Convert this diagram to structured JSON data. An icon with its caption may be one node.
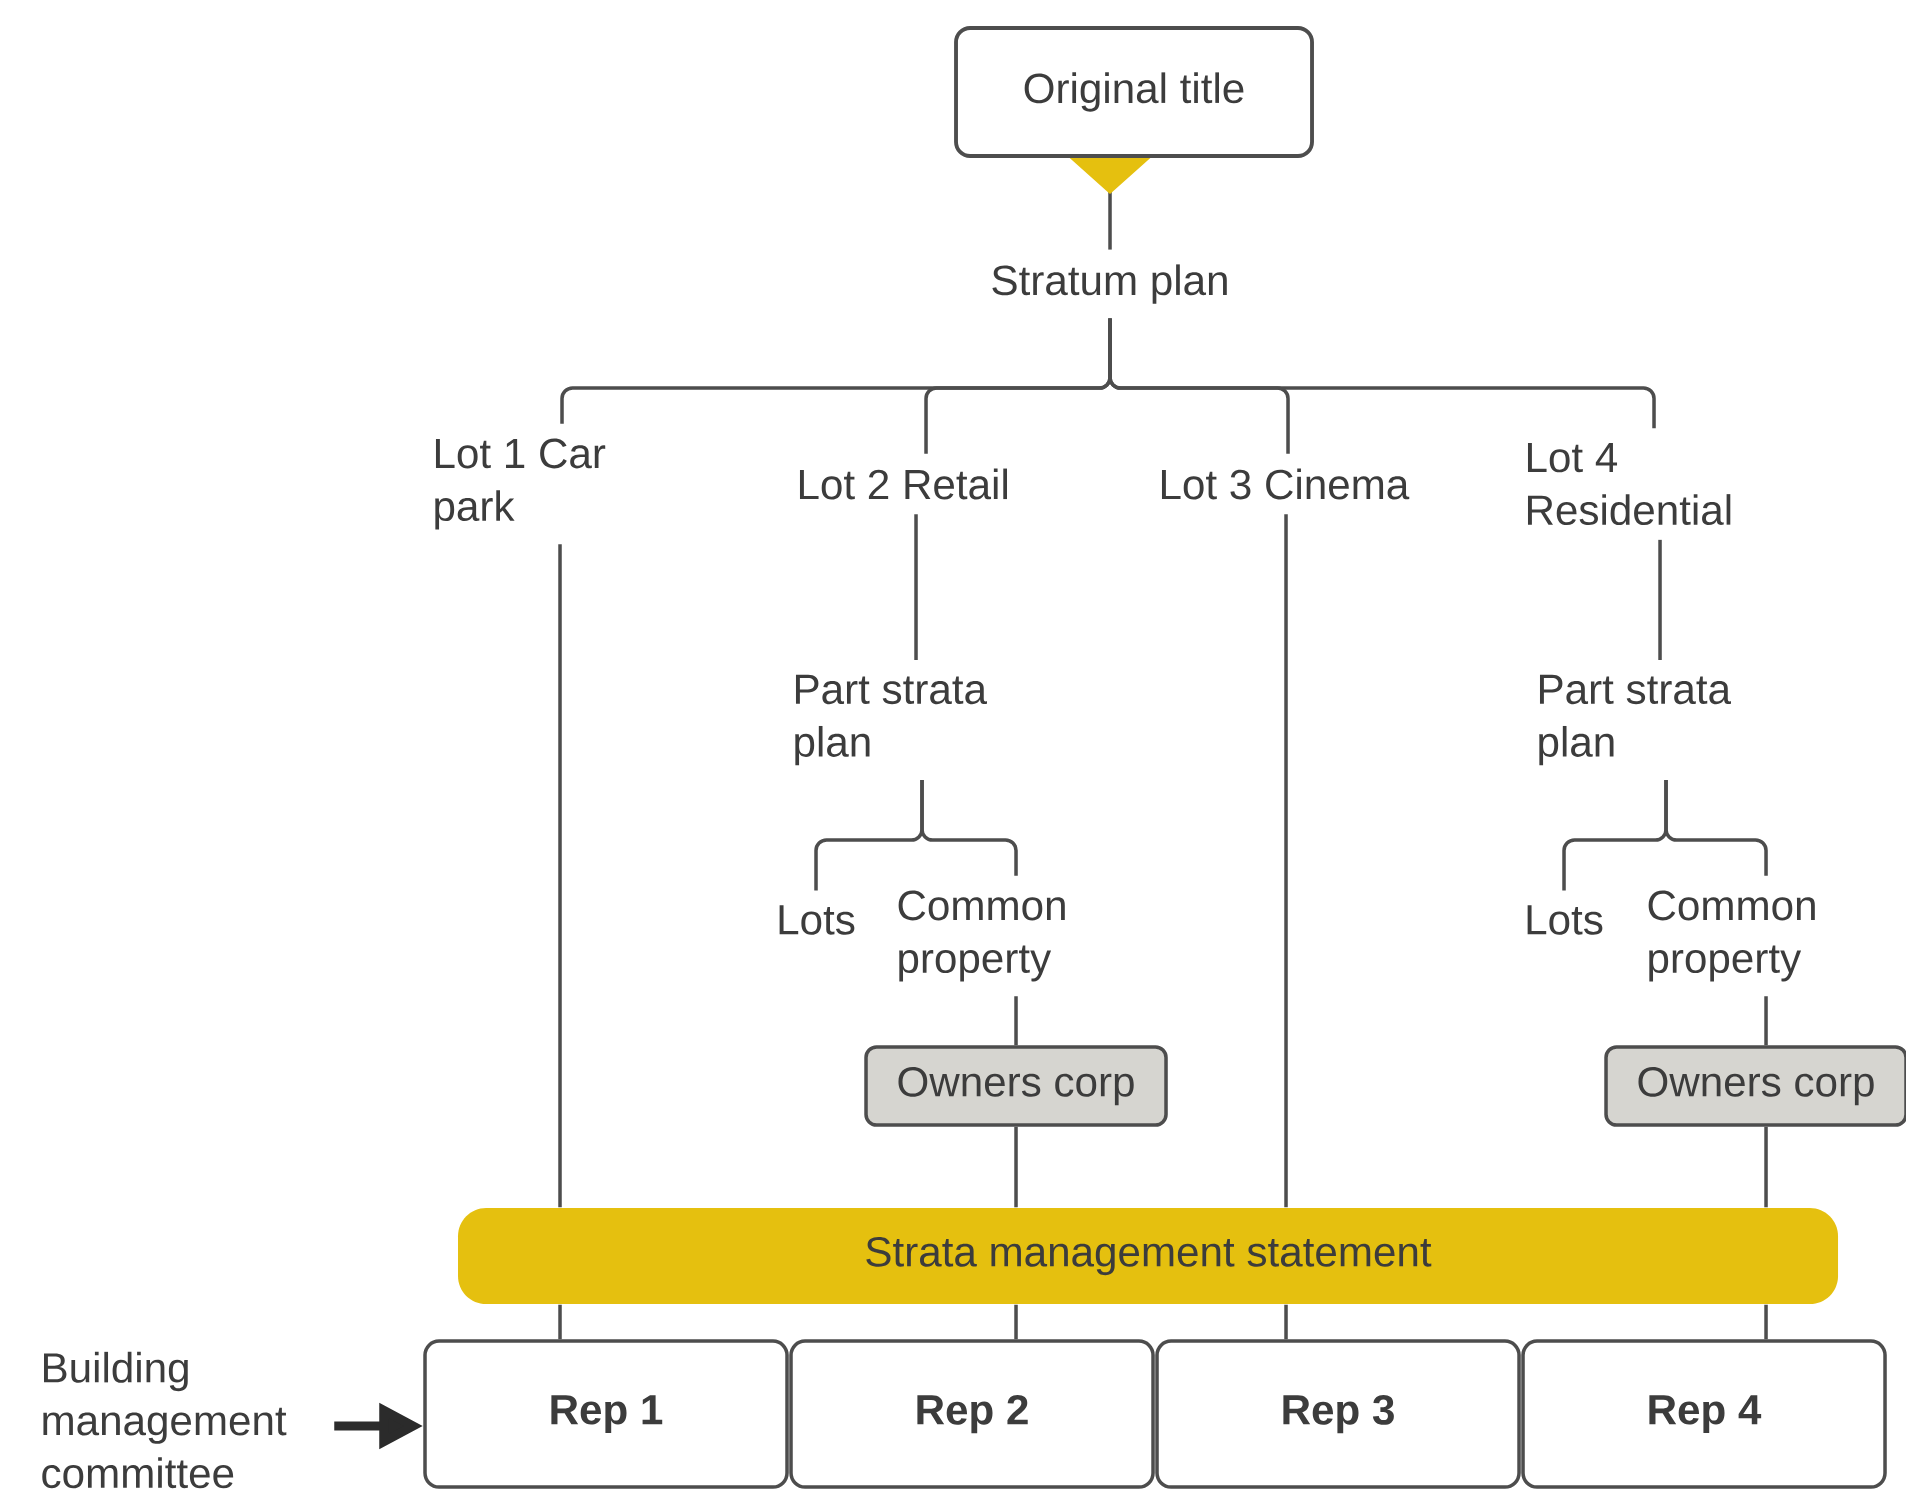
{
  "diagram": {
    "nodes": [
      {
        "text": [
          "Original title"
        ]
      },
      {
        "text": [
          "Stratum plan"
        ]
      },
      {
        "text": [
          "Lot 1 Car park"
        ]
      },
      {
        "text": [
          "Lot 2 Retail"
        ]
      },
      {
        "text": [
          "Lot 3 Cinema"
        ]
      },
      {
        "text": [
          "Lot 4 Residential"
        ]
      },
      {
        "text": [
          "Part strata plan"
        ]
      },
      {
        "text": [
          "Lots"
        ]
      },
      {
        "text": [
          "Common property"
        ]
      },
      {
        "text": [
          "Part strata plan"
        ]
      },
      {
        "text": [
          "Lots"
        ]
      },
      {
        "text": [
          "Common property"
        ]
      },
      {
        "text": [
          "Owners corp"
        ]
      },
      {
        "text": [
          "Owners corp"
        ]
      },
      {
        "text": [
          "Strata management statement"
        ]
      },
      {
        "text": [
          "Rep 1"
        ]
      },
      {
        "text": [
          "Rep 2"
        ]
      },
      {
        "text": [
          "Rep 3"
        ]
      },
      {
        "text": [
          "Rep 4"
        ]
      },
      {
        "text": [
          "Building management committee"
        ]
      }
    ],
    "edges": [
      {
        "from": 0,
        "to": 1,
        "arrow": "to"
      },
      {
        "from": 1,
        "to": 2,
        "arrow": "none"
      },
      {
        "from": 1,
        "to": 3,
        "arrow": "none"
      },
      {
        "from": 1,
        "to": 4,
        "arrow": "none"
      },
      {
        "from": 1,
        "to": 5,
        "arrow": "none"
      },
      {
        "from": 2,
        "to": 14,
        "arrow": "none"
      },
      {
        "from": 14,
        "to": 15,
        "arrow": "none"
      },
      {
        "from": 3,
        "to": 6,
        "arrow": "none"
      },
      {
        "from": 6,
        "to": 7,
        "arrow": "none"
      },
      {
        "from": 6,
        "to": 8,
        "arrow": "none"
      },
      {
        "from": 8,
        "to": 12,
        "arrow": "none"
      },
      {
        "from": 12,
        "to": 14,
        "arrow": "none"
      },
      {
        "from": 14,
        "to": 16,
        "arrow": "none"
      },
      {
        "from": 4,
        "to": 14,
        "arrow": "none"
      },
      {
        "from": 14,
        "to": 17,
        "arrow": "none"
      },
      {
        "from": 5,
        "to": 9,
        "arrow": "none"
      },
      {
        "from": 9,
        "to": 10,
        "arrow": "none"
      },
      {
        "from": 9,
        "to": 11,
        "arrow": "none"
      },
      {
        "from": 11,
        "to": 13,
        "arrow": "none"
      },
      {
        "from": 13,
        "to": 14,
        "arrow": "none"
      },
      {
        "from": 14,
        "to": 18,
        "arrow": "none"
      },
      {
        "from": 19,
        "to": 15,
        "arrow": "to",
        "style": "thick",
        "color": "#2b2b2b"
      }
    ]
  }
}
